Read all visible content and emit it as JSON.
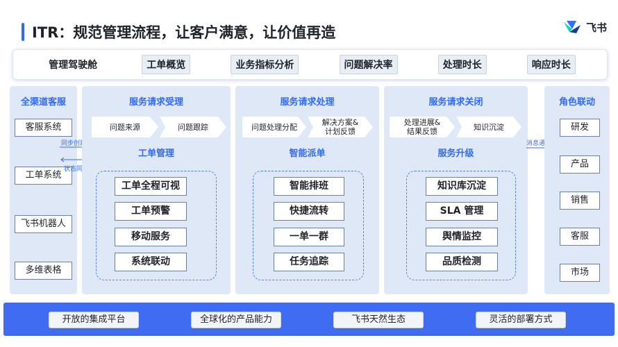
{
  "title": "ITR：规范管理流程，让客户满意，让价值再造",
  "logo": {
    "text": "飞书",
    "icon": "feishu-logo-icon"
  },
  "nav": [
    "管理驾驶舱",
    "工单概览",
    "业务指标分析",
    "问题解决率",
    "处理时长",
    "响应时长"
  ],
  "left": {
    "title": "全渠道客服",
    "items": [
      "客服系统",
      "工单系统",
      "飞书机器人",
      "多维表格"
    ],
    "sync_create": "同步创建",
    "sync_status": "状态同步"
  },
  "accept": {
    "title": "服务请求受理",
    "steps": [
      "问题来源",
      "问题跟踪"
    ],
    "subtitle": "工单管理",
    "features": [
      "工单全程可视",
      "工单预警",
      "移动服务",
      "系统联动"
    ]
  },
  "process": {
    "title": "服务请求处理",
    "steps": [
      "问题处理分配",
      "解决方案&\n计划反馈"
    ],
    "subtitle": "智能派单",
    "features": [
      "智能排班",
      "快捷流转",
      "一单一群",
      "任务追踪"
    ]
  },
  "close": {
    "title": "服务请求关闭",
    "steps": [
      "处理进展&\n结果反馈",
      "知识沉淀"
    ],
    "subtitle": "服务升级",
    "features": [
      "知识库沉淀",
      "SLA 管理",
      "舆情监控",
      "品质检测"
    ]
  },
  "right": {
    "title": "角色联动",
    "items": [
      "研发",
      "产品",
      "销售",
      "客服",
      "市场"
    ],
    "notify": "消息通知"
  },
  "bottom": [
    "开放的集成平台",
    "全球化的产品能力",
    "飞书天然生态",
    "灵活的部署方式"
  ],
  "colors": {
    "accent": "#2f6bff",
    "column_bg": "#dfe8f7",
    "bottom_bar": "#3f6cf0"
  }
}
